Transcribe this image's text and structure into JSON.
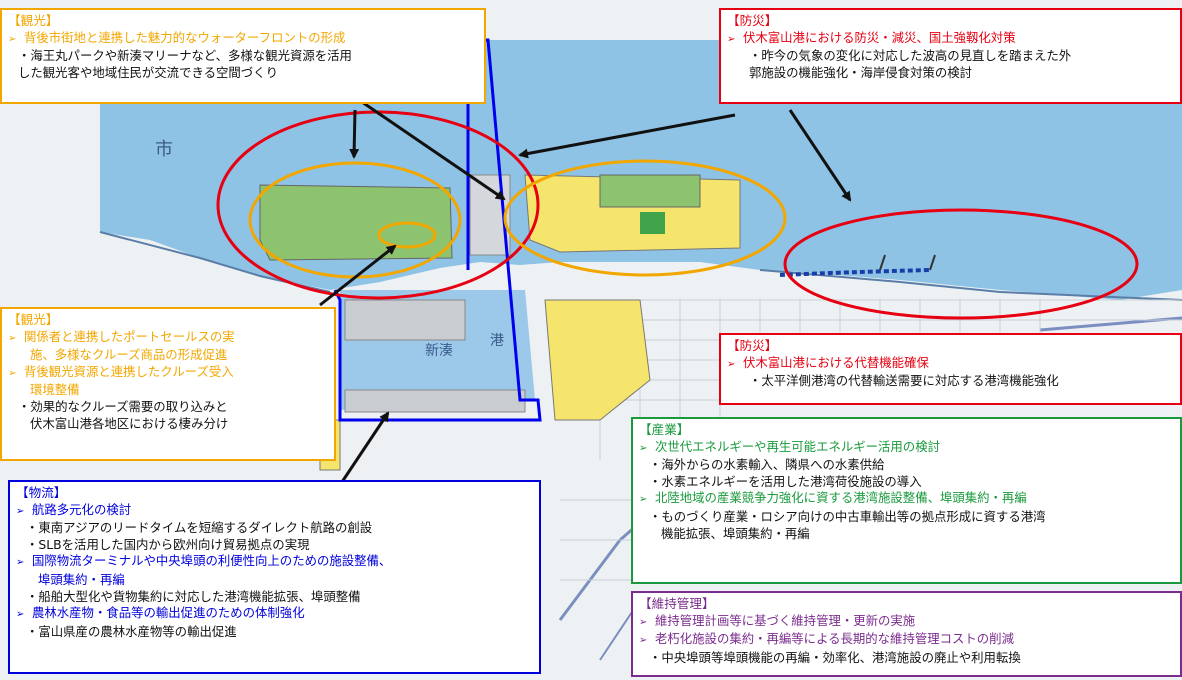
{
  "boxes": {
    "kanko1": {
      "title": "【観光】",
      "items": [
        {
          "main": "背後市街地と連携した魅力的なウォーターフロントの形成",
          "subs": [
            "・海王丸パークや新湊マリーナなど、多様な観光資源を活用",
            "した観光客や地域住民が交流できる空間づくり"
          ]
        }
      ]
    },
    "bosai1": {
      "title": "【防災】",
      "items": [
        {
          "main": "伏木富山港における防災・減災、国土強靱化対策",
          "subs": [
            "・昨今の気象の変化に対応した波高の見直しを踏まえた外",
            "郭施設の機能強化・海岸侵食対策の検討"
          ]
        }
      ]
    },
    "kanko2": {
      "title": "【観光】",
      "items": [
        {
          "main": "関係者と連携したポートセールスの実",
          "main2": "施、多様なクルーズ商品の形成促進"
        },
        {
          "main": "背後観光資源と連携したクルーズ受入",
          "main2": "環境整備"
        }
      ],
      "subs": [
        "・効果的なクルーズ需要の取り込みと",
        "伏木富山港各地区における棲み分け"
      ]
    },
    "bosai2": {
      "title": "【防災】",
      "items": [
        {
          "main": "伏木富山港における代替機能確保",
          "subs": [
            "・太平洋側港湾の代替輸送需要に対応する港湾機能強化"
          ]
        }
      ]
    },
    "sangyo": {
      "title": "【産業】",
      "items": [
        {
          "main": "次世代エネルギーや再生可能エネルギー活用の検討",
          "subs": [
            "・海外からの水素輸入、隣県への水素供給",
            "・水素エネルギーを活用した港湾荷役施設の導入"
          ]
        },
        {
          "main": "北陸地域の産業競争力強化に資する港湾施設整備、埠頭集約・再編",
          "subs": [
            "・ものづくり産業・ロシア向けの中古車輸出等の拠点形成に資する港湾",
            "機能拡張、埠頭集約・再編"
          ]
        }
      ]
    },
    "butsuryu": {
      "title": "【物流】",
      "items": [
        {
          "main": "航路多元化の検討",
          "subs": [
            "・東南アジアのリードタイムを短縮するダイレクト航路の創設",
            "・SLBを活用した国内から欧州向け貿易拠点の実現"
          ]
        },
        {
          "main": "国際物流ターミナルや中央埠頭の利便性向上のための施設整備、",
          "main2": "埠頭集約・再編",
          "subs": [
            "・船舶大型化や貨物集約に対応した港湾機能拡張、埠頭整備"
          ]
        },
        {
          "main": "農林水産物・食品等の輸出促進のための体制強化",
          "subs": [
            "・富山県産の農林水産物等の輸出促進"
          ]
        }
      ]
    },
    "iji": {
      "title": "【維持管理】",
      "items": [
        {
          "main": "維持管理計画等に基づく維持管理・更新の実施"
        },
        {
          "main": "老朽化施設の集約・再編等による長期的な維持管理コストの削減",
          "subs": [
            "・中央埠頭等埠頭機能の再編・効率化、港湾施設の廃止や利用転換"
          ]
        }
      ]
    }
  },
  "map_labels": {
    "city": "市",
    "shinminato": "新湊",
    "port": "港"
  },
  "colors": {
    "sea": "#8fc3e6",
    "land": "#eef1f4",
    "green_zone": "#8dc26f",
    "yellow_zone": "#f6e56c",
    "orange": "#f2a700",
    "red": "#e60012",
    "blue": "#0000dd",
    "green": "#1a9a3c",
    "purple": "#7b2d8e"
  }
}
